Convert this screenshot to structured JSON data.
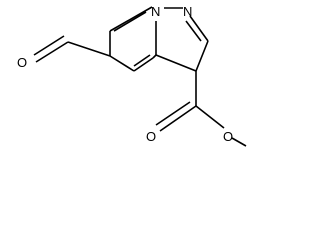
{
  "structure": {
    "atoms": {
      "n1": "N",
      "n2": "N",
      "o_aldehyde": "O",
      "o_carbonyl": "O",
      "o_ester": "O"
    }
  }
}
